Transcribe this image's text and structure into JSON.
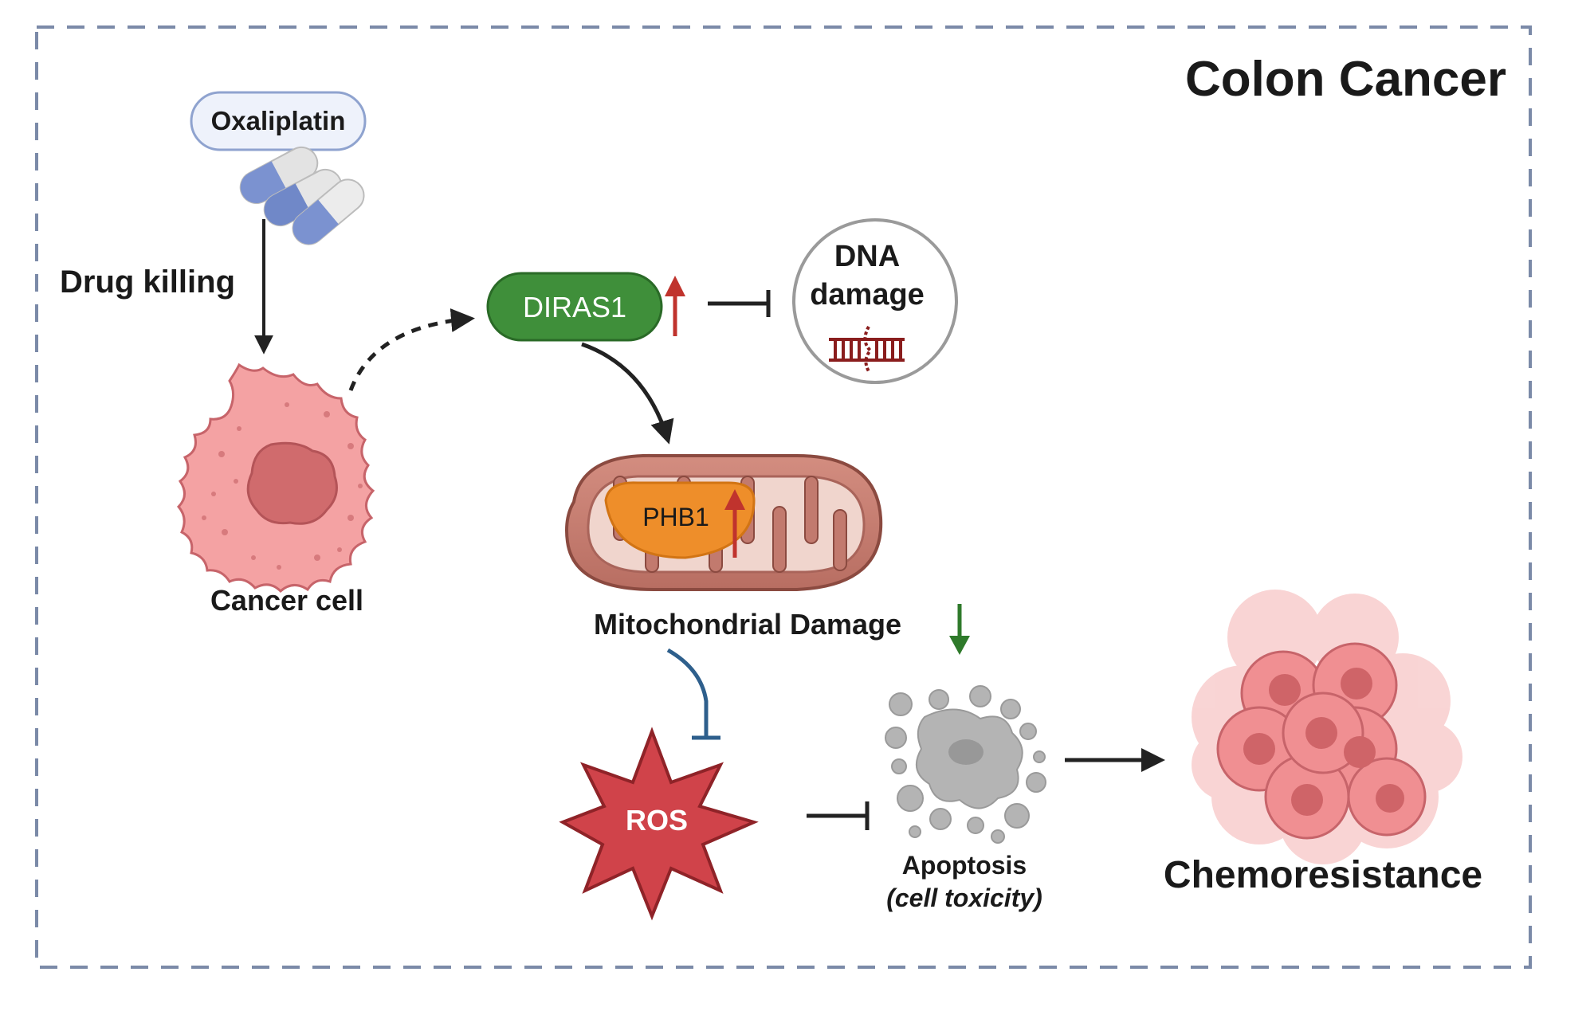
{
  "title": "Colon Cancer",
  "drug": {
    "name": "Oxaliplatin"
  },
  "edges": {
    "drug_to_cell": "Drug killing"
  },
  "cell": {
    "label": "Cancer cell"
  },
  "protein": {
    "name": "DIRAS1",
    "trend": "up"
  },
  "dna": {
    "line1": "DNA",
    "line2": "damage"
  },
  "mitochondria": {
    "protein": "PHB1",
    "protein_trend": "up",
    "label": "Mitochondrial Damage",
    "label_trend": "down"
  },
  "ros": {
    "label": "ROS"
  },
  "apoptosis": {
    "label": "Apoptosis",
    "note": "(cell toxicity)"
  },
  "outcome": {
    "label": "Chemoresistance"
  },
  "colors": {
    "border": "#7b8aa8",
    "pill_fill": "#3f8f3a",
    "up_arrow": "#c0332d",
    "down_arrow": "#2f7a2b",
    "cell_fill": "#f4a2a3",
    "nucleus_fill": "#d06b6d",
    "mito_outer": "#c97f72",
    "phb1_fill": "#ee8e2a",
    "ros_fill": "#d0434a",
    "apoptosis_fill": "#b4b4b4",
    "inhibit_blue": "#2e5f8c"
  }
}
